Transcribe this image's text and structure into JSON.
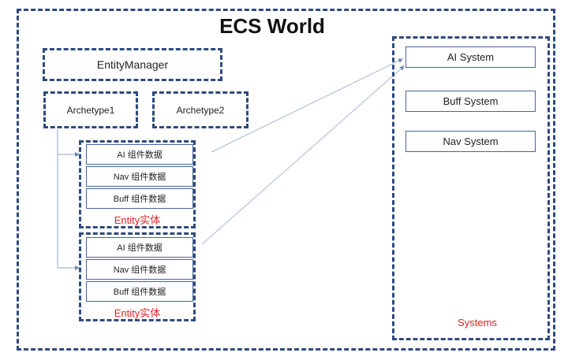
{
  "world": {
    "title": "ECS World"
  },
  "entity_manager": {
    "label": "EntityManager"
  },
  "archetypes": [
    {
      "label": "Archetype1"
    },
    {
      "label": "Archetype2"
    }
  ],
  "entities": [
    {
      "components": [
        "AI 组件数据",
        "Nav 组件数据",
        "Buff 组件数据"
      ],
      "label": "Entity实体"
    },
    {
      "components": [
        "AI 组件数据",
        "Nav 组件数据",
        "Buff 组件数据"
      ],
      "label": "Entity实体"
    }
  ],
  "systems": {
    "items": [
      "AI System",
      "Buff System",
      "Nav System"
    ],
    "label": "Systems"
  },
  "colors": {
    "dashed_border": "#2f4a7d",
    "entity_label": "#e02424",
    "connector": "#8fa3c6"
  }
}
